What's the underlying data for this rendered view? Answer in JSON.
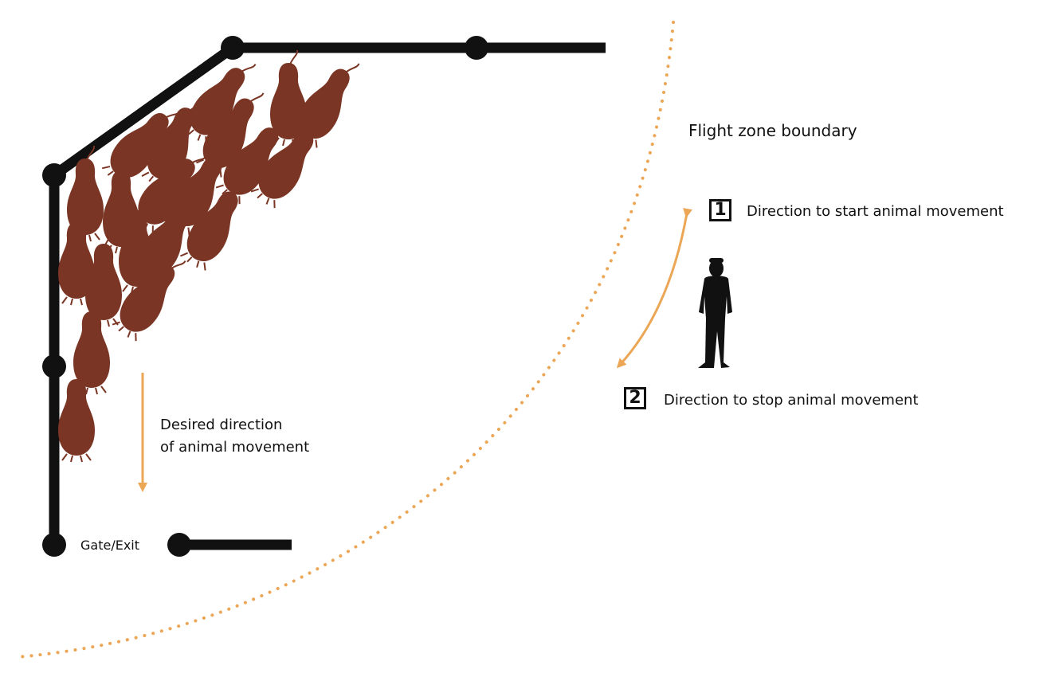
{
  "labels": {
    "flight_zone": "Flight zone boundary",
    "start_number": "1",
    "start_text": "Direction to start animal movement",
    "stop_number": "2",
    "stop_text": "Direction to stop animal movement",
    "desired_line1": "Desired direction",
    "desired_line2": "of animal movement",
    "gate": "Gate/Exit"
  },
  "colors": {
    "fence": "#111111",
    "cattle": "#7a3524",
    "arrow": "#eba656",
    "boundary_dots": "#eba656",
    "handler": "#111111"
  },
  "icons": [
    "cattle-icon",
    "handler-silhouette-icon",
    "arrow-icon"
  ]
}
